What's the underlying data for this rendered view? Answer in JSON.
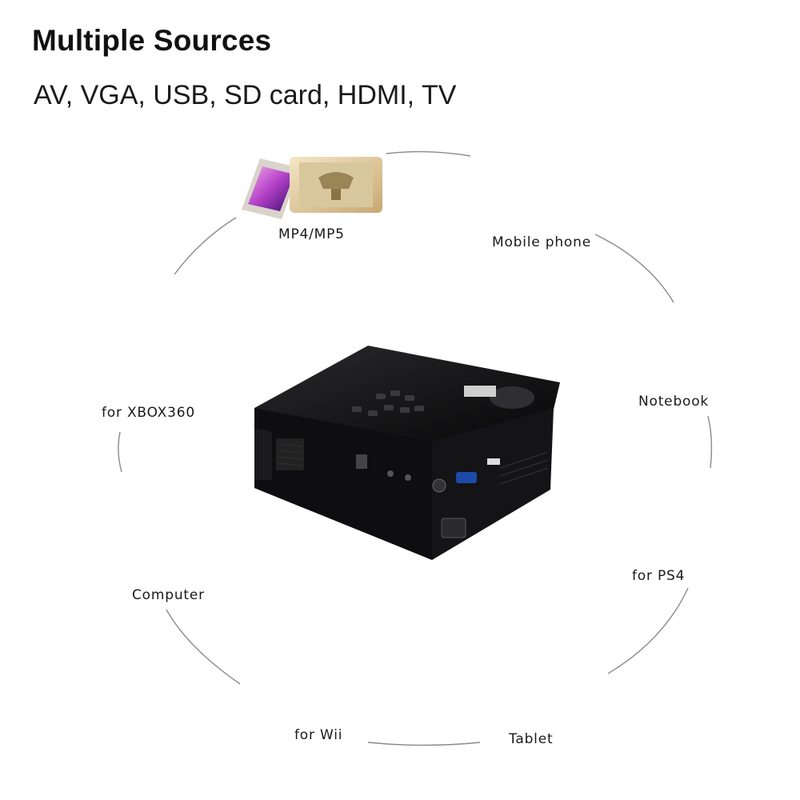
{
  "header": {
    "title": "Multiple Sources",
    "subtitle": "AV, VGA, USB, SD card, HDMI, TV"
  },
  "sources": {
    "mp4": "MP4/MP5",
    "mobile": "Mobile phone",
    "notebook": "Notebook",
    "xbox": "for XBOX360",
    "computer": "Computer",
    "ps4": "for PS4",
    "wii": "for Wii",
    "tablet": "Tablet"
  },
  "colors": {
    "projector_body": "#0b0b0c",
    "ring_line": "#8a8a8a",
    "arrow": "#111111"
  }
}
